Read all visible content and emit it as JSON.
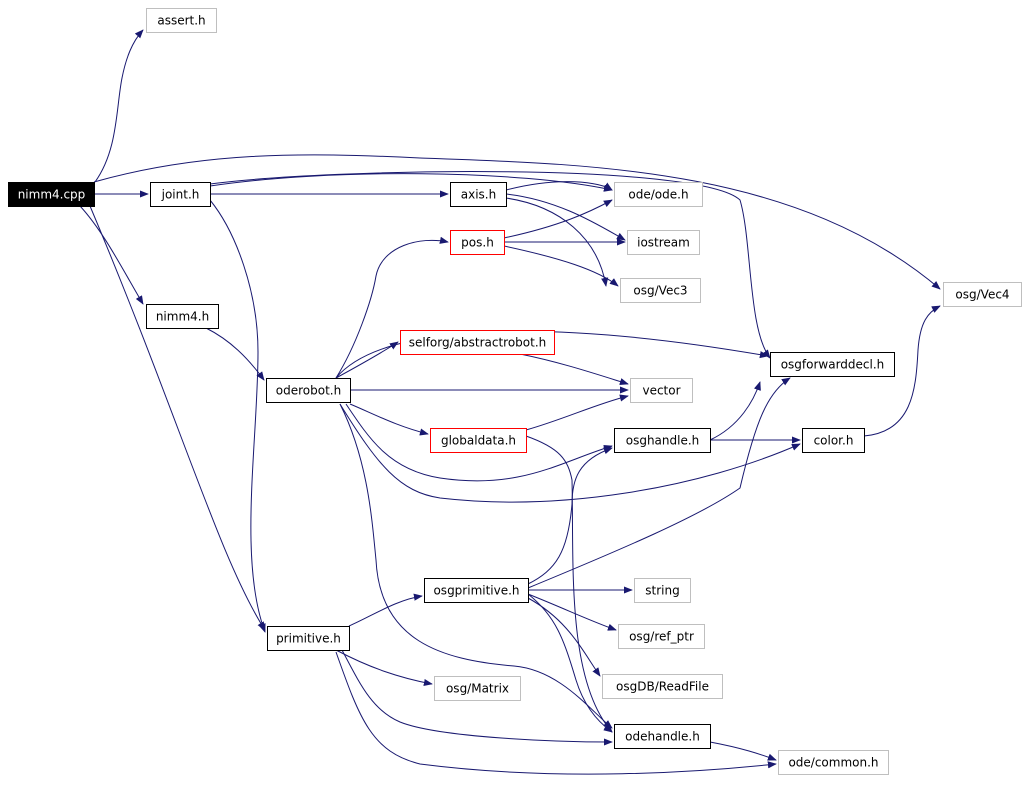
{
  "graph": {
    "style": {
      "edge_color": "#191970",
      "root_fill": "#000000",
      "root_text": "#ffffff",
      "documented_border": "#000000",
      "undocumented_border": "#bfbfbf",
      "truncated_border": "#ff0000"
    },
    "nodes": [
      {
        "id": "nimm4_cpp",
        "label": "nimm4.cpp",
        "kind": "root"
      },
      {
        "id": "assert_h",
        "label": "assert.h",
        "kind": "undocumented"
      },
      {
        "id": "joint_h",
        "label": "joint.h",
        "kind": "documented"
      },
      {
        "id": "axis_h",
        "label": "axis.h",
        "kind": "documented"
      },
      {
        "id": "ode_ode_h",
        "label": "ode/ode.h",
        "kind": "undocumented"
      },
      {
        "id": "pos_h",
        "label": "pos.h",
        "kind": "truncated"
      },
      {
        "id": "iostream",
        "label": "iostream",
        "kind": "undocumented"
      },
      {
        "id": "osg_vec3",
        "label": "osg/Vec3",
        "kind": "undocumented"
      },
      {
        "id": "osg_vec4",
        "label": "osg/Vec4",
        "kind": "undocumented"
      },
      {
        "id": "nimm4_h",
        "label": "nimm4.h",
        "kind": "documented"
      },
      {
        "id": "selforg_abstractrobot_h",
        "label": "selforg/abstractrobot.h",
        "kind": "truncated"
      },
      {
        "id": "osgforwarddecl_h",
        "label": "osgforwarddecl.h",
        "kind": "documented"
      },
      {
        "id": "oderobot_h",
        "label": "oderobot.h",
        "kind": "documented"
      },
      {
        "id": "vector",
        "label": "vector",
        "kind": "undocumented"
      },
      {
        "id": "globaldata_h",
        "label": "globaldata.h",
        "kind": "truncated"
      },
      {
        "id": "osghandle_h",
        "label": "osghandle.h",
        "kind": "documented"
      },
      {
        "id": "color_h",
        "label": "color.h",
        "kind": "documented"
      },
      {
        "id": "osgprimitive_h",
        "label": "osgprimitive.h",
        "kind": "documented"
      },
      {
        "id": "string",
        "label": "string",
        "kind": "undocumented"
      },
      {
        "id": "primitive_h",
        "label": "primitive.h",
        "kind": "documented"
      },
      {
        "id": "osg_ref_ptr",
        "label": "osg/ref_ptr",
        "kind": "undocumented"
      },
      {
        "id": "osg_matrix",
        "label": "osg/Matrix",
        "kind": "undocumented"
      },
      {
        "id": "osgdb_readfile",
        "label": "osgDB/ReadFile",
        "kind": "undocumented"
      },
      {
        "id": "odehandle_h",
        "label": "odehandle.h",
        "kind": "documented"
      },
      {
        "id": "ode_common_h",
        "label": "ode/common.h",
        "kind": "undocumented"
      }
    ],
    "edges": [
      {
        "from": "nimm4_cpp",
        "to": "assert_h"
      },
      {
        "from": "nimm4_cpp",
        "to": "joint_h"
      },
      {
        "from": "nimm4_cpp",
        "to": "osg_vec4"
      },
      {
        "from": "nimm4_cpp",
        "to": "nimm4_h"
      },
      {
        "from": "nimm4_cpp",
        "to": "primitive_h"
      },
      {
        "from": "joint_h",
        "to": "axis_h"
      },
      {
        "from": "joint_h",
        "to": "ode_ode_h"
      },
      {
        "from": "joint_h",
        "to": "osgforwarddecl_h"
      },
      {
        "from": "joint_h",
        "to": "primitive_h"
      },
      {
        "from": "axis_h",
        "to": "ode_ode_h"
      },
      {
        "from": "axis_h",
        "to": "iostream"
      },
      {
        "from": "axis_h",
        "to": "osg_vec3"
      },
      {
        "from": "pos_h",
        "to": "ode_ode_h"
      },
      {
        "from": "pos_h",
        "to": "iostream"
      },
      {
        "from": "pos_h",
        "to": "osg_vec3"
      },
      {
        "from": "nimm4_h",
        "to": "oderobot_h"
      },
      {
        "from": "oderobot_h",
        "to": "pos_h"
      },
      {
        "from": "oderobot_h",
        "to": "selforg_abstractrobot_h"
      },
      {
        "from": "oderobot_h",
        "to": "osgforwarddecl_h"
      },
      {
        "from": "oderobot_h",
        "to": "vector"
      },
      {
        "from": "oderobot_h",
        "to": "globaldata_h"
      },
      {
        "from": "oderobot_h",
        "to": "osghandle_h"
      },
      {
        "from": "oderobot_h",
        "to": "color_h"
      },
      {
        "from": "oderobot_h",
        "to": "odehandle_h"
      },
      {
        "from": "selforg_abstractrobot_h",
        "to": "vector"
      },
      {
        "from": "globaldata_h",
        "to": "vector"
      },
      {
        "from": "globaldata_h",
        "to": "odehandle_h"
      },
      {
        "from": "osghandle_h",
        "to": "osgforwarddecl_h"
      },
      {
        "from": "osghandle_h",
        "to": "color_h"
      },
      {
        "from": "color_h",
        "to": "osg_vec4"
      },
      {
        "from": "primitive_h",
        "to": "osgprimitive_h"
      },
      {
        "from": "primitive_h",
        "to": "osg_matrix"
      },
      {
        "from": "primitive_h",
        "to": "odehandle_h"
      },
      {
        "from": "primitive_h",
        "to": "ode_common_h"
      },
      {
        "from": "osgprimitive_h",
        "to": "osghandle_h"
      },
      {
        "from": "osgprimitive_h",
        "to": "osgforwarddecl_h"
      },
      {
        "from": "osgprimitive_h",
        "to": "string"
      },
      {
        "from": "osgprimitive_h",
        "to": "osg_ref_ptr"
      },
      {
        "from": "osgprimitive_h",
        "to": "osgdb_readfile"
      },
      {
        "from": "osgprimitive_h",
        "to": "odehandle_h"
      },
      {
        "from": "odehandle_h",
        "to": "ode_common_h"
      }
    ]
  }
}
